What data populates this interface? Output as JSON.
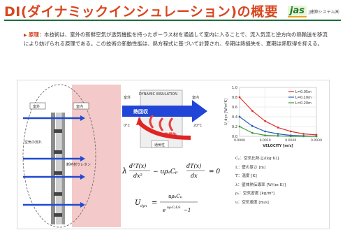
{
  "header": {
    "title": "DI(ダイナミックインシュレーション)の概要",
    "logo_mark": "jas",
    "logo_text": "J建築システム㈱"
  },
  "intro": {
    "label": "原理",
    "text": "：本技術は、室外の新鮮空気が透気機能を持ったポーラス材を通過して室内に入ることで、流入気流と逆方向の熱輸送を移流により妨げられる原理である。この技術の新動性能は、熱方程式に基づいて計算され、冬期は熱損失を、夏期は熱取得を抑える。"
  },
  "wall": {
    "outdoor": "室外",
    "indoor": "室内",
    "airflow": "空気の流れ",
    "insulation": "断熱材ウレタン"
  },
  "diagram": {
    "title": "DYNAMIC INSULATION",
    "left_label": "室外",
    "right_label": "室内",
    "left_temp": "0°C",
    "right_temp": "20°C",
    "heat_recovery": "熱回収",
    "heat_loss": "熱損失",
    "permeable": "通気性"
  },
  "colors": {
    "title": "#d8461e",
    "accent_rule": "#1d6e3a",
    "series_1": "#e0302c",
    "series_2": "#2a5fb4",
    "series_3": "#3a9a3a",
    "wall_pink": "#f4c9c9"
  },
  "equations": {
    "eq1_rhs": "= 0",
    "u_lhs": "U",
    "u_sub": "dyn",
    "minus_one": "−1"
  },
  "legend": [
    "Cₚ：空気比熱 [J/(kg·K)]",
    "L：壁の厚さ [m]",
    "T：温度 [K]",
    "λ：壁体熱伝導率 [W/(m·K)]",
    "ρₐ：空気密度 [kg/m³]",
    "u：空気速度 [m/s]"
  ],
  "chart_data": {
    "type": "line",
    "x": [
      0.0,
      0.0005,
      0.001,
      0.0015,
      0.002,
      0.0025,
      0.003
    ],
    "xlim": [
      0,
      0.003
    ],
    "ylim": [
      0,
      1.0
    ],
    "xlabel": "VELOCITY [m/s]",
    "ylabel": "U_dyn [W/m²K]",
    "x_ticks": [
      "0.0000",
      "0.0010",
      "0.0020",
      "0.0030"
    ],
    "y_ticks": [
      "0.0",
      "0.2",
      "0.4",
      "0.6",
      "0.8",
      "1.0"
    ],
    "grid": true,
    "legend_position": "top-right",
    "series": [
      {
        "name": "L=0.05m",
        "values": [
          0.8,
          0.52,
          0.31,
          0.18,
          0.1,
          0.05,
          0.03
        ]
      },
      {
        "name": "L=0.10m",
        "values": [
          0.4,
          0.21,
          0.1,
          0.05,
          0.02,
          0.01,
          0.0
        ]
      },
      {
        "name": "L=0.20m",
        "values": [
          0.2,
          0.07,
          0.02,
          0.01,
          0.0,
          0.0,
          0.0
        ]
      }
    ]
  }
}
